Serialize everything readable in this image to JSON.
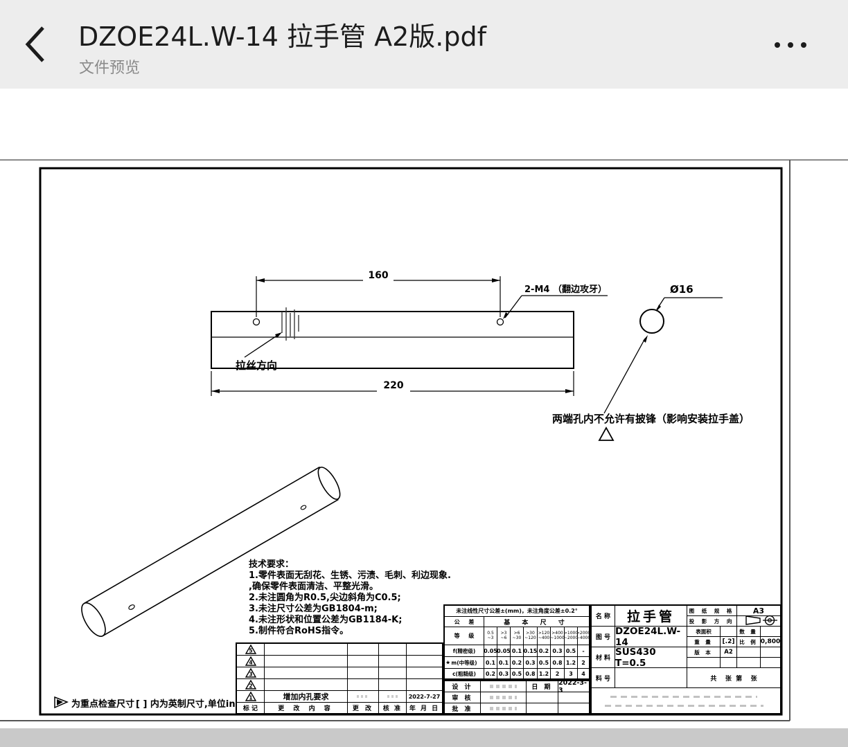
{
  "colors": {
    "header_bg": "#ededed",
    "footer_bar": "#c9c9c9",
    "ink": "#000000",
    "subtitle_text": "#8a8a8a"
  },
  "header": {
    "title": "DZOE24L.W-14 拉手管 A2版.pdf",
    "subtitle": "文件预览"
  },
  "drawing": {
    "top_view": {
      "dim_hole_spacing": "160",
      "dim_overall": "220",
      "hole_callout": "2-M4 （翻边攻牙）",
      "brush_label": "拉丝方向"
    },
    "detail_view": {
      "diameter": "Ø16"
    },
    "burr_note": "两端孔内不允许有披锋（影响安装拉手盖）",
    "tech_requirements": {
      "title": "技术要求：",
      "lines": [
        "1.零件表面无刮花、生锈、污渍、毛刺、利边现象.",
        ",确保零件表面清洁、平整光滑。",
        "2.未注圆角为R0.5,尖边斜角为C0.5;",
        "3.未注尺寸公差为GB1804-m;",
        "4.未注形状和位置公差为GB1184-K;",
        "5.制件符合RoHS指令。"
      ]
    },
    "footnote": {
      "key_dim": "为重点检查尺寸",
      "inch_note": "[ ] 内为英制尺寸,单位in"
    }
  },
  "tolerance_table": {
    "title": "未注线性尺寸公差±(mm)，未注角度公差±0.2°",
    "grade_top": "公 差",
    "grade_bottom": "等 级",
    "basic_size": "基 本 尺 寸",
    "ranges": [
      "0.5\n~3",
      ">3\n~6",
      ">6\n~30",
      ">30\n~120",
      ">120\n~400",
      ">400\n~1000",
      ">1000\n~2000",
      ">2000\n~4000"
    ],
    "rows": [
      {
        "star": "",
        "grade": "f(精密级)",
        "v": [
          "0.05",
          "0.05",
          "0.1",
          "0.15",
          "0.2",
          "0.3",
          "0.5",
          "-"
        ]
      },
      {
        "star": "★",
        "grade": "m(中等级)",
        "v": [
          "0.1",
          "0.1",
          "0.2",
          "0.3",
          "0.5",
          "0.8",
          "1.2",
          "2"
        ]
      },
      {
        "star": "",
        "grade": "c(粗糙级)",
        "v": [
          "0.2",
          "0.3",
          "0.5",
          "0.8",
          "1.2",
          "2",
          "3",
          "4"
        ]
      }
    ]
  },
  "title_block": {
    "name_label": "名 称",
    "name": "拉手管",
    "drawing_no_label": "图 号",
    "drawing_no": "DZOE24L.W-14",
    "material_label": "材 料",
    "material": "SUS430 T=0.5",
    "part_no_label": "料 号",
    "part_no": "",
    "sheet_spec_label": "图 纸 规 格",
    "sheet_spec": "A3",
    "projection_label": "投 影 方 向",
    "surface_area_label": "表面积",
    "surface_area": "",
    "qty_label": "数 量",
    "qty": "",
    "weight_label": "重 量",
    "weight": "[.2]",
    "scale_label": "比 例",
    "scale": "0,800",
    "version_label": "版 本",
    "version": "A2",
    "sheets": "共    张  第    张"
  },
  "revision_table": {
    "headers": {
      "mark": "标 记",
      "content": "更 改 内 容",
      "changed": "更 改",
      "checked": "核 准",
      "date": "年 月 日"
    },
    "rows": [
      {
        "mark": "5",
        "content": "",
        "changed": "",
        "checked": "",
        "date": ""
      },
      {
        "mark": "4",
        "content": "",
        "changed": "",
        "checked": "",
        "date": ""
      },
      {
        "mark": "3",
        "content": "",
        "changed": "",
        "checked": "",
        "date": ""
      },
      {
        "mark": "2",
        "content": "",
        "changed": "",
        "checked": "",
        "date": ""
      },
      {
        "mark": "1",
        "content": "增加内孔要求",
        "changed": "",
        "checked": "",
        "date": "2022-7-27"
      }
    ]
  },
  "approval_block": {
    "design_label": "设 计",
    "review_label": "审 核",
    "approve_label": "批 准",
    "date_label": "日 期",
    "date": "2022-3-3"
  }
}
